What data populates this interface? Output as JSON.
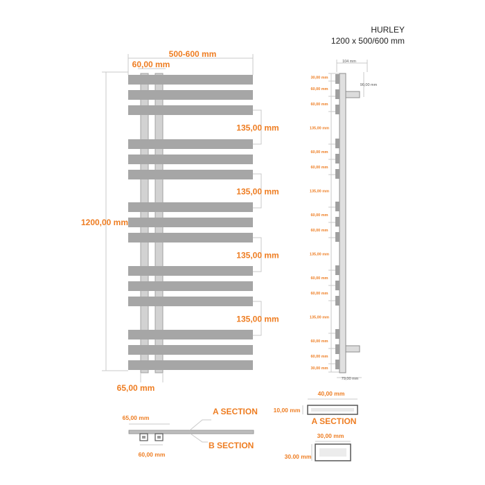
{
  "header": {
    "model": "HURLEY",
    "size": "1200 x 500/600 mm"
  },
  "front_view": {
    "width_label": "500-600 mm",
    "post_width_label": "60,00 mm",
    "height_label": "1200,00 mm",
    "bottom_label": "65,00 mm",
    "gap_labels": [
      "135,00 mm",
      "135,00 mm",
      "135,00 mm",
      "135,00 mm"
    ]
  },
  "side_view": {
    "top_depth_label": "104 mm",
    "bracket_label": "90,00 mm",
    "bottom_depth_label": "79,00 mm",
    "spacing_labels": [
      "30,00 mm",
      "60,00 mm",
      "60,00 mm",
      "135,00 mm",
      "60,00 mm",
      "60,00 mm",
      "135,00 mm",
      "60,00 mm",
      "60,00 mm",
      "135,00 mm",
      "60,00 mm",
      "60,00 mm",
      "135,00 mm",
      "60,00 mm",
      "60,00 mm",
      "30,00 mm"
    ]
  },
  "sections": {
    "plan_top_label": "65,00 mm",
    "plan_bottom_label": "60,00 mm",
    "a_label": "A SECTION",
    "b_label": "B SECTION",
    "a_width_label": "40,00 mm",
    "a_height_label": "10,00 mm",
    "a_title": "A SECTION",
    "b_width_label": "30,00 mm",
    "b_height_label": "30.00 mm"
  },
  "colors": {
    "accent": "#ee7d22",
    "bar": "#a6a6a6",
    "post": "#d2d2d2"
  }
}
